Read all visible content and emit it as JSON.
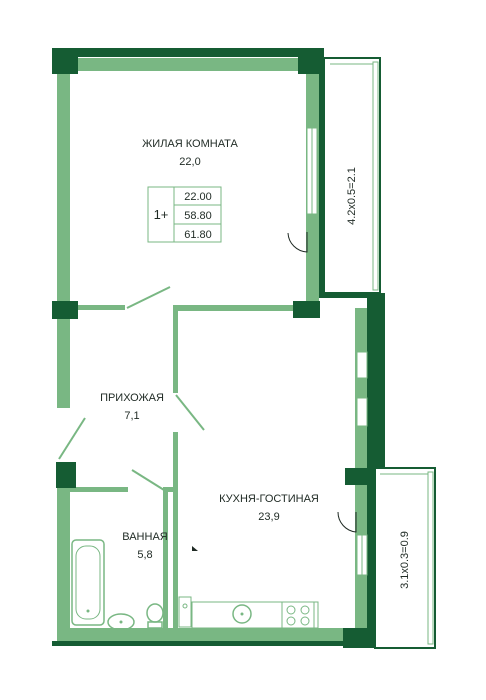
{
  "colors": {
    "wall_light": "#79b783",
    "wall_dark": "#155c33",
    "line": "#79b783",
    "text": "#1f2a24"
  },
  "rooms": {
    "living": {
      "name": "ЖИЛАЯ КОМНАТА",
      "area": "22,0"
    },
    "hall": {
      "name": "ПРИХОЖАЯ",
      "area": "7,1"
    },
    "kitchen": {
      "name": "КУХНЯ-ГОСТИНАЯ",
      "area": "23,9"
    },
    "bath": {
      "name": "ВАННАЯ",
      "area": "5,8"
    }
  },
  "balconies": {
    "upper": "4.2х0.5=2.1",
    "lower": "3.1х0.3=0.9"
  },
  "summary": {
    "rooms_label": "1+",
    "living_area": "22.00",
    "total_area": "58.80",
    "total_with_balcony": "61.80"
  },
  "icons": [
    "door-swing-icon",
    "bathtub-icon",
    "sink-icon",
    "toilet-icon",
    "stove-icon",
    "kitchen-sink-icon"
  ]
}
